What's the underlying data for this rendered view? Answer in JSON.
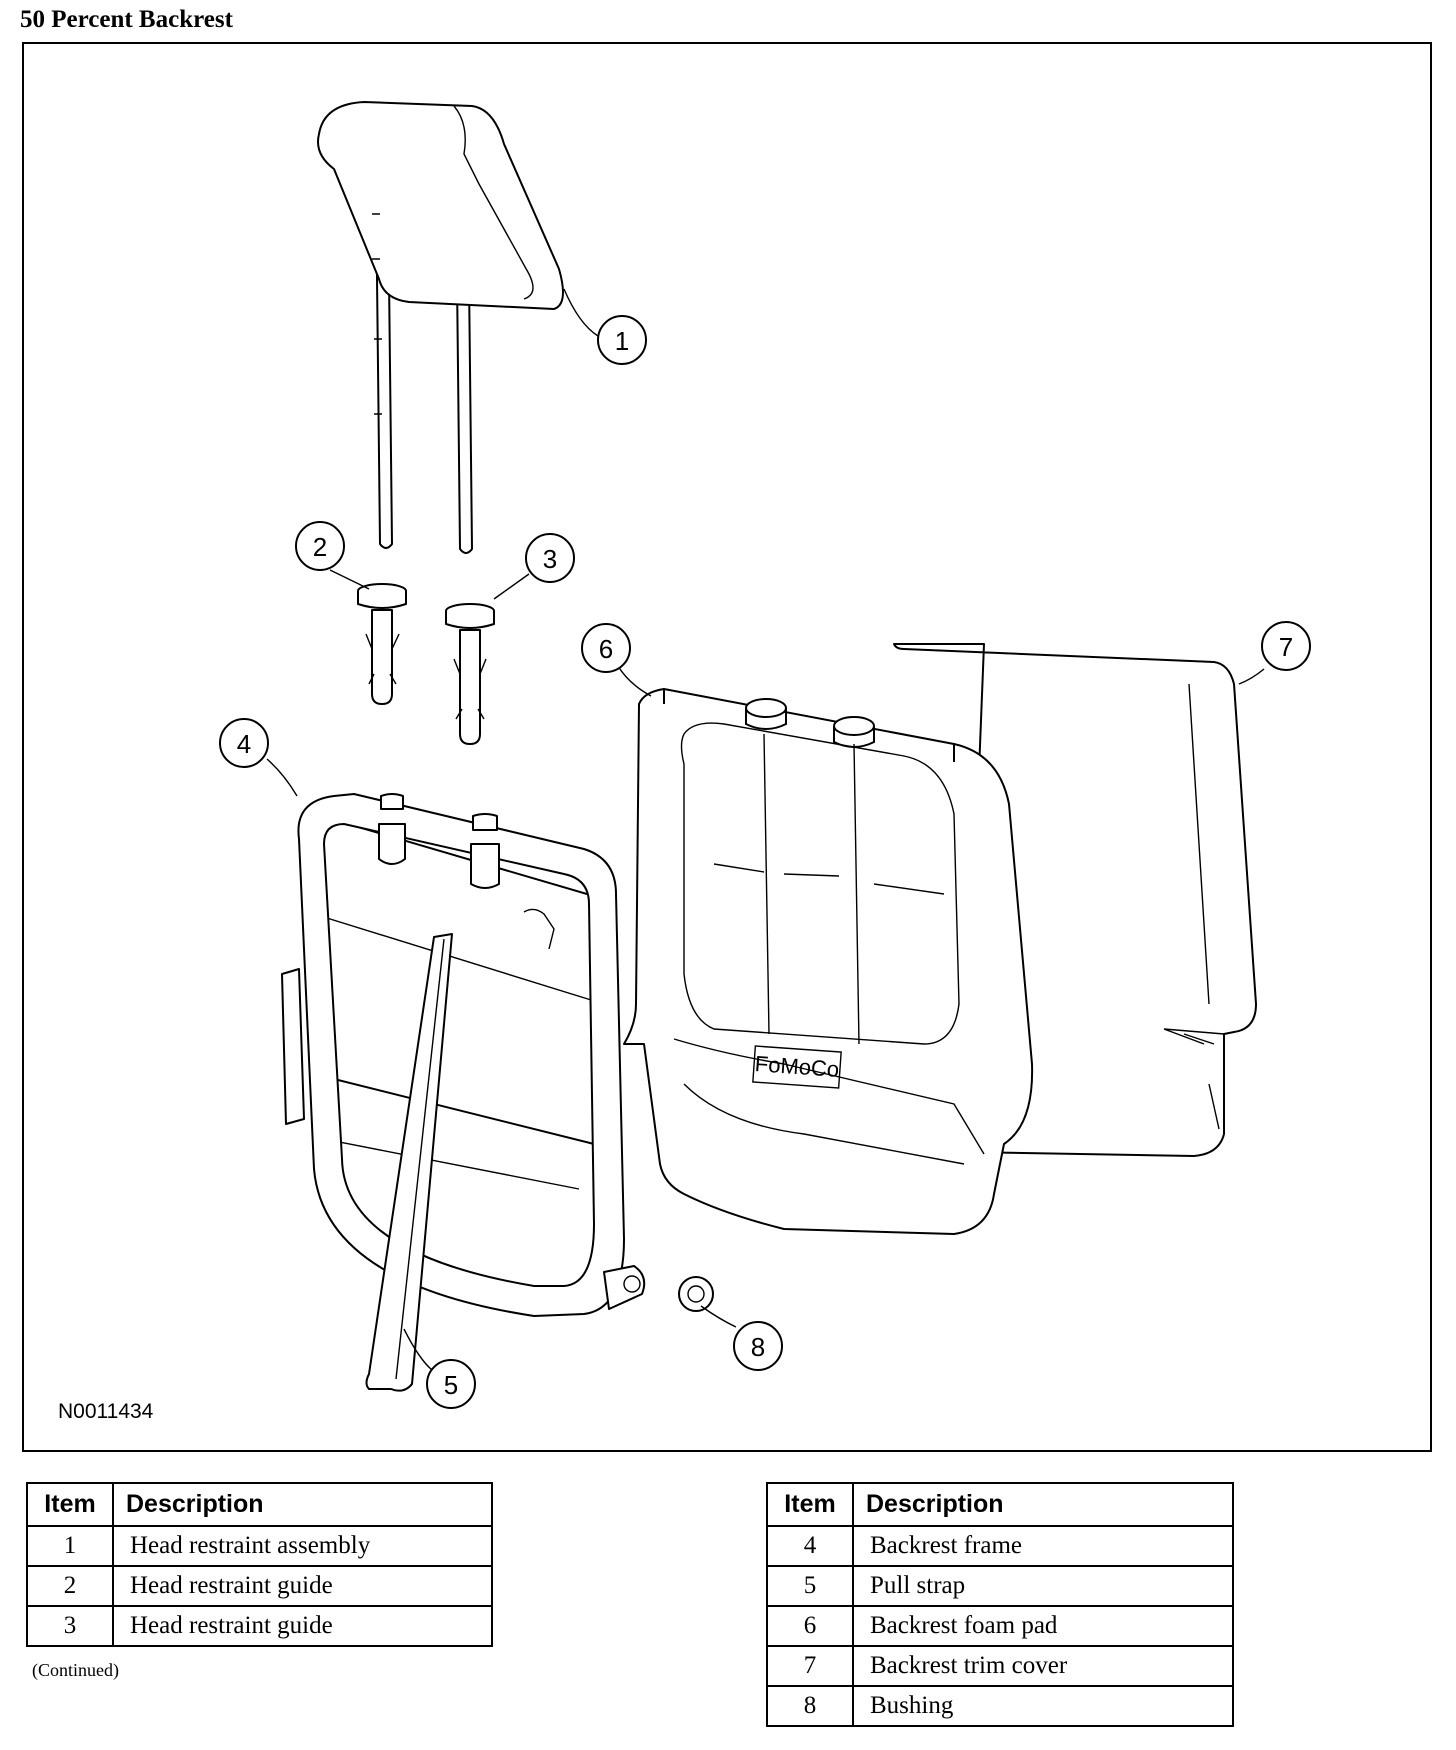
{
  "title": "50 Percent Backrest",
  "figure_code": "N0011434",
  "callouts": [
    "1",
    "2",
    "3",
    "4",
    "5",
    "6",
    "7",
    "8"
  ],
  "embossed_logo": "FoMoCo",
  "table_header": {
    "item": "Item",
    "description": "Description"
  },
  "legend_left": [
    {
      "item": "1",
      "description": "Head restraint assembly"
    },
    {
      "item": "2",
      "description": "Head restraint guide"
    },
    {
      "item": "3",
      "description": "Head restraint guide"
    }
  ],
  "legend_right": [
    {
      "item": "4",
      "description": "Backrest frame"
    },
    {
      "item": "5",
      "description": "Pull strap"
    },
    {
      "item": "6",
      "description": "Backrest foam pad"
    },
    {
      "item": "7",
      "description": "Backrest trim cover"
    },
    {
      "item": "8",
      "description": "Bushing"
    }
  ],
  "continued_note": "(Continued)"
}
